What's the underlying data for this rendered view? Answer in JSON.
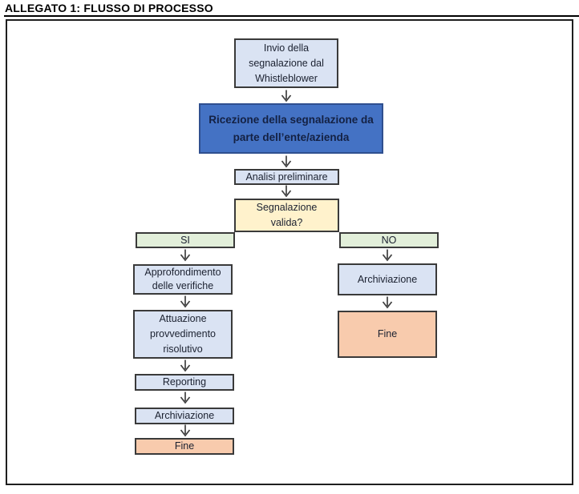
{
  "title": "ALLEGATO 1: FLUSSO DI PROCESSO",
  "colors": {
    "node_fill_lavender": "#dae3f3",
    "node_fill_blue": "#4472c4",
    "node_fill_yellow": "#fff2cc",
    "node_fill_green": "#e2efda",
    "node_fill_orange": "#f8cbad",
    "node_border": "#3a3a3a",
    "blue_node_border": "#2f4f8f",
    "arrow": "#3f3f3f"
  },
  "flow": {
    "invio": {
      "lines": [
        "Invio della",
        "segnalazione dal",
        "Whistleblower"
      ]
    },
    "ricezione": {
      "lines": [
        "Ricezione della segnalazione da",
        "parte dell’ente/azienda"
      ]
    },
    "analisi": {
      "label": "Analisi preliminare"
    },
    "valida": {
      "lines": [
        "Segnalazione",
        "valida?"
      ]
    },
    "si": {
      "label": "SI"
    },
    "no": {
      "label": "NO"
    },
    "approfondimento": {
      "lines": [
        "Approfondimento",
        "delle verifiche"
      ]
    },
    "attuazione": {
      "lines": [
        "Attuazione",
        "provvedimento",
        "risolutivo"
      ]
    },
    "reporting": {
      "label": "Reporting"
    },
    "archiviazione_left": {
      "label": "Archiviazione"
    },
    "fine_left": {
      "label": "Fine"
    },
    "archiviazione_right": {
      "label": "Archiviazione"
    },
    "fine_right": {
      "label": "Fine"
    }
  }
}
